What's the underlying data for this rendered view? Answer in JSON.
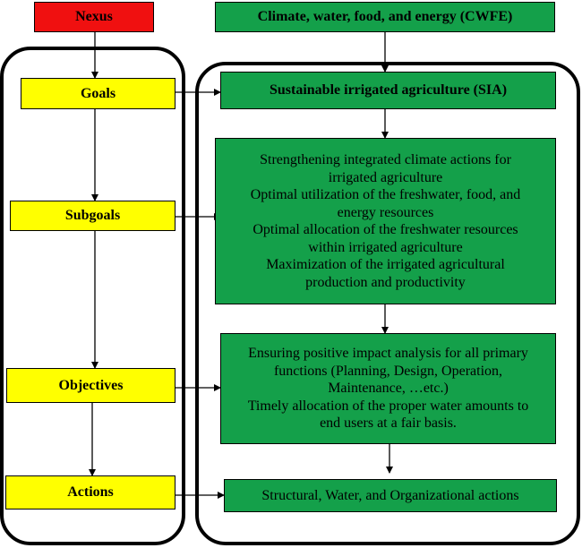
{
  "left_column": {
    "nexus": "Nexus",
    "goals": "Goals",
    "subgoals": "Subgoals",
    "objectives": "Objectives",
    "actions": "Actions"
  },
  "right_column": {
    "cwfe": "Climate, water, food, and energy (CWFE)",
    "sia": "Sustainable irrigated agriculture (SIA)",
    "subgoals_lines": [
      "Strengthening integrated climate actions for",
      "irrigated agriculture",
      "Optimal utilization of the freshwater, food, and",
      "energy resources",
      "Optimal allocation of the freshwater resources",
      "within irrigated agriculture",
      "Maximization of the irrigated agricultural",
      "production and productivity"
    ],
    "objectives_lines": [
      "Ensuring positive impact analysis for all primary",
      "functions (Planning, Design, Operation,",
      "Maintenance, …etc.)",
      "Timely allocation of the proper water amounts to",
      "end users at a fair basis."
    ],
    "actions": "Structural, Water, and Organizational actions"
  },
  "colors": {
    "nexus_fill": "#f01010",
    "level_fill": "#ffff00",
    "cwfe_fill": "#14a04a",
    "frame_stroke": "#000000"
  }
}
